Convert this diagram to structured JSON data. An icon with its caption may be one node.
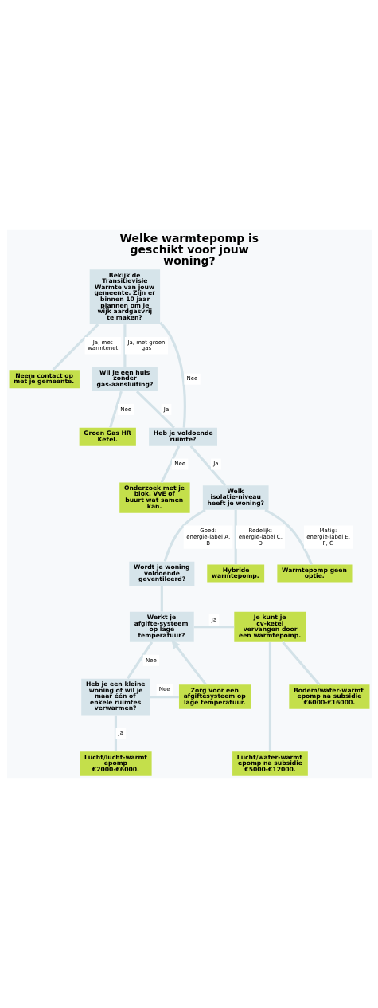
{
  "diagram": {
    "title": "Welke warmtepomp is geschikt voor jouw woning?",
    "nodes": [
      {
        "text": [
          "Bekijk de Transitievisie Warmte van jouw gemeente. Zijn er binnen 10 jaar plannen om je wijk aardgasvrij te maken?"
        ]
      },
      {
        "text": [
          "Neem contact op met je gemeente."
        ]
      },
      {
        "text": [
          "Wil je een huis zonder gas-aansluiting?"
        ]
      },
      {
        "text": [
          "Heb je voldoende ruimte?"
        ]
      },
      {
        "text": [
          "Onderzoek met je blok, VvE of buurt wat samen kan."
        ]
      },
      {
        "text": [
          "Groen Gas HR Ketel."
        ]
      },
      {
        "text": [
          "Welk isolatie-niveau heeft je woning?"
        ]
      },
      {
        "text": [
          "Wordt je woning voldoende geventileerd?"
        ]
      },
      {
        "text": [
          "Hybride warmtepomp."
        ]
      },
      {
        "text": [
          "Warmtepomp geen optie."
        ]
      },
      {
        "text": [
          "Werkt je afgifte-systeem op lage temperatuur?"
        ]
      },
      {
        "text": [
          "Je kunt je cv-ketel vervangen door een warmtepomp."
        ]
      },
      {
        "text": [
          "Zorg voor een afgiftesysteem op lage temperatuur."
        ]
      },
      {
        "text": [
          "Heb je een kleine woning of wil je maar één of enkele ruimtes verwarmen?"
        ]
      },
      {
        "text": [
          "Lucht/water-warmtepomp na subsidie €5000-€12000."
        ]
      },
      {
        "text": [
          "Lucht/lucht-warmtepomp €2000-€6000."
        ]
      },
      {
        "text": [
          "Bodem/water-warmtepomp na subsidie €6000-€16000."
        ]
      }
    ],
    "edges": [
      {
        "from": 0,
        "to": 1,
        "arrow": "none",
        "label": "Ja, met warmtenet"
      },
      {
        "from": 0,
        "to": 3,
        "arrow": "none",
        "label": "Nee"
      },
      {
        "from": 0,
        "to": 2,
        "arrow": "none",
        "label": "Ja, met groen gas"
      },
      {
        "from": 2,
        "to": 3,
        "arrow": "none",
        "label": "Ja"
      },
      {
        "from": 2,
        "to": 5,
        "arrow": "none",
        "label": "Nee"
      },
      {
        "from": 3,
        "to": 4,
        "arrow": "none",
        "label": "Nee"
      },
      {
        "from": 3,
        "to": 6,
        "arrow": "none",
        "label": "Ja"
      },
      {
        "from": 6,
        "to": 7,
        "arrow": "none",
        "label": "Goed: energie-label A, B"
      },
      {
        "from": 6,
        "to": 8,
        "arrow": "none",
        "label": "Redelijk: energie-label C, D"
      },
      {
        "from": 6,
        "to": 9,
        "arrow": "none",
        "label": "Matig: energie-label E, F, G"
      },
      {
        "from": 7,
        "to": 10,
        "arrow": "none"
      },
      {
        "from": 10,
        "to": 11,
        "arrow": "none",
        "label": "Ja"
      },
      {
        "from": 10,
        "to": 13,
        "arrow": "none",
        "label": "Nee"
      },
      {
        "from": 13,
        "to": 12,
        "arrow": "none",
        "label": "Nee"
      },
      {
        "from": 12,
        "to": 10,
        "arrow": "to"
      },
      {
        "from": 13,
        "to": 15,
        "arrow": "none",
        "label": "Ja"
      },
      {
        "from": 11,
        "to": 14,
        "arrow": "none"
      },
      {
        "from": 11,
        "to": 16,
        "arrow": "none"
      }
    ]
  }
}
